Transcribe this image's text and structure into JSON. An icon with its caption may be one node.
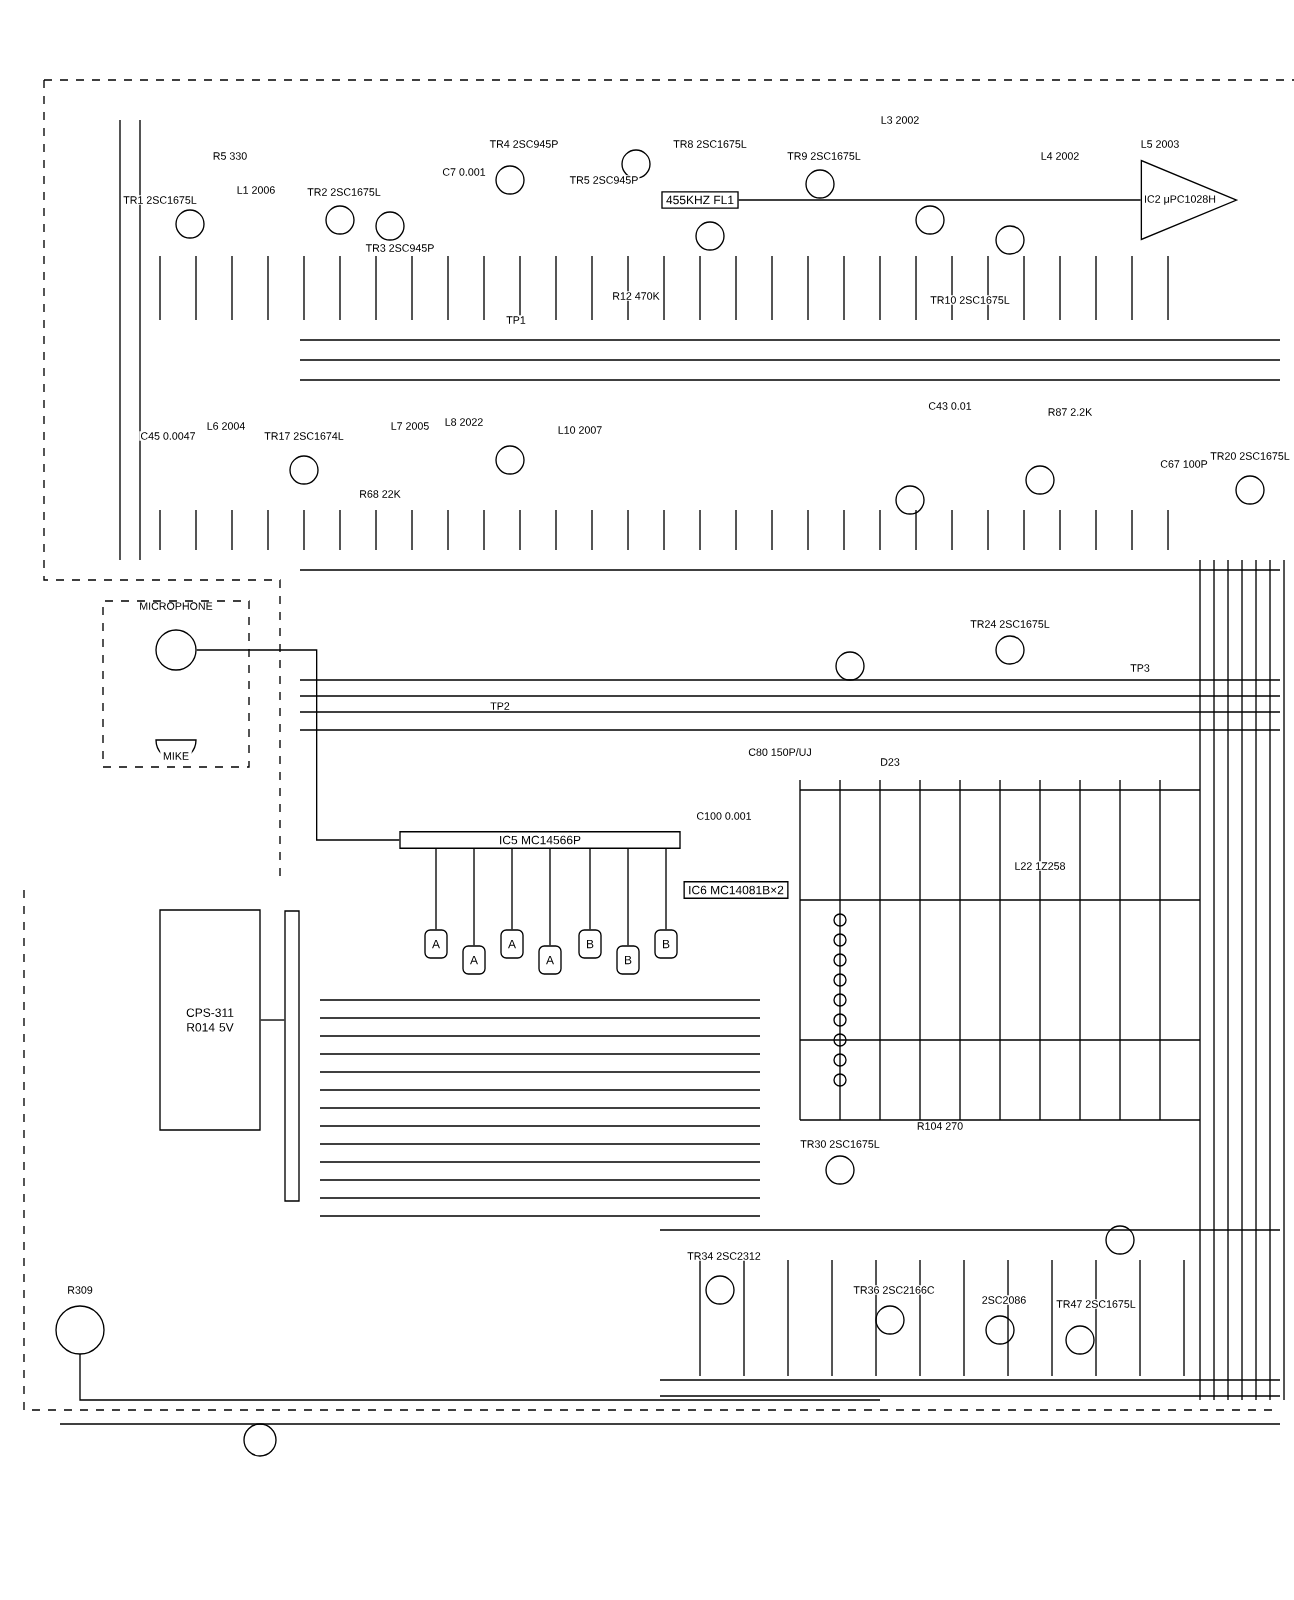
{
  "diagram": {
    "nodes": [
      {
        "text": [
          "MICROPHONE"
        ]
      },
      {
        "text": [],
        "shape": "circle",
        "in": 0
      },
      {
        "text": [
          "MIKE"
        ],
        "in": 0
      },
      {
        "text": [
          "IC5 MC14566P"
        ]
      },
      {
        "text": [
          "IC6 MC14081B×2"
        ]
      },
      {
        "text": [
          "CPS-311 R014 5V"
        ]
      },
      {
        "text": [],
        "shape": "bar"
      },
      {
        "text": [
          "IC2 μPC1028H"
        ]
      },
      {
        "text": [
          "455KHZ FL1"
        ]
      },
      {
        "text": [
          "A"
        ]
      },
      {
        "text": [
          "A"
        ]
      },
      {
        "text": [
          "A"
        ]
      },
      {
        "text": [
          "A"
        ]
      },
      {
        "text": [
          "B"
        ]
      },
      {
        "text": [
          "B"
        ]
      },
      {
        "text": [
          "B"
        ]
      }
    ],
    "edges": [
      {
        "from": 1,
        "to": 3,
        "arrow": "none"
      },
      {
        "from": 3,
        "to": 9,
        "arrow": "none"
      },
      {
        "from": 3,
        "to": 10,
        "arrow": "none"
      },
      {
        "from": 3,
        "to": 11,
        "arrow": "none"
      },
      {
        "from": 3,
        "to": 12,
        "arrow": "none"
      },
      {
        "from": 3,
        "to": 13,
        "arrow": "none"
      },
      {
        "from": 3,
        "to": 14,
        "arrow": "none"
      },
      {
        "from": 3,
        "to": 15,
        "arrow": "none"
      },
      {
        "from": 5,
        "to": 6,
        "arrow": "none"
      },
      {
        "from": 8,
        "to": 7,
        "arrow": "none"
      }
    ],
    "labels": [
      "R5 330",
      "L1 2006",
      "TR1 2SC1675L",
      "TR2 2SC1675L",
      "TR3 2SC945P",
      "C7 0.001",
      "TR4 2SC945P",
      "TR5 2SC945P",
      "R12 470K",
      "TP1",
      "TR8 2SC1675L",
      "TR9 2SC1675L",
      "L3 2002",
      "L4 2002",
      "L5 2003",
      "TR10 2SC1675L",
      "C43 0.01",
      "R87 2.2K",
      "TR20 2SC1675L",
      "C67 100P",
      "C45 0.0047",
      "L6 2004",
      "TR17 2SC1674L",
      "L7 2005",
      "L8 2022",
      "L10 2007",
      "R68 22K",
      "TR24 2SC1675L",
      "C80 150P/UJ",
      "D23",
      "C100 0.001",
      "L22 1Z258",
      "TP2",
      "TP3",
      "R309",
      "TR30 2SC1675L",
      "TR34 2SC2312",
      "TR36 2SC2166C",
      "2SC2086",
      "TR47 2SC1675L",
      "R104 270"
    ]
  }
}
